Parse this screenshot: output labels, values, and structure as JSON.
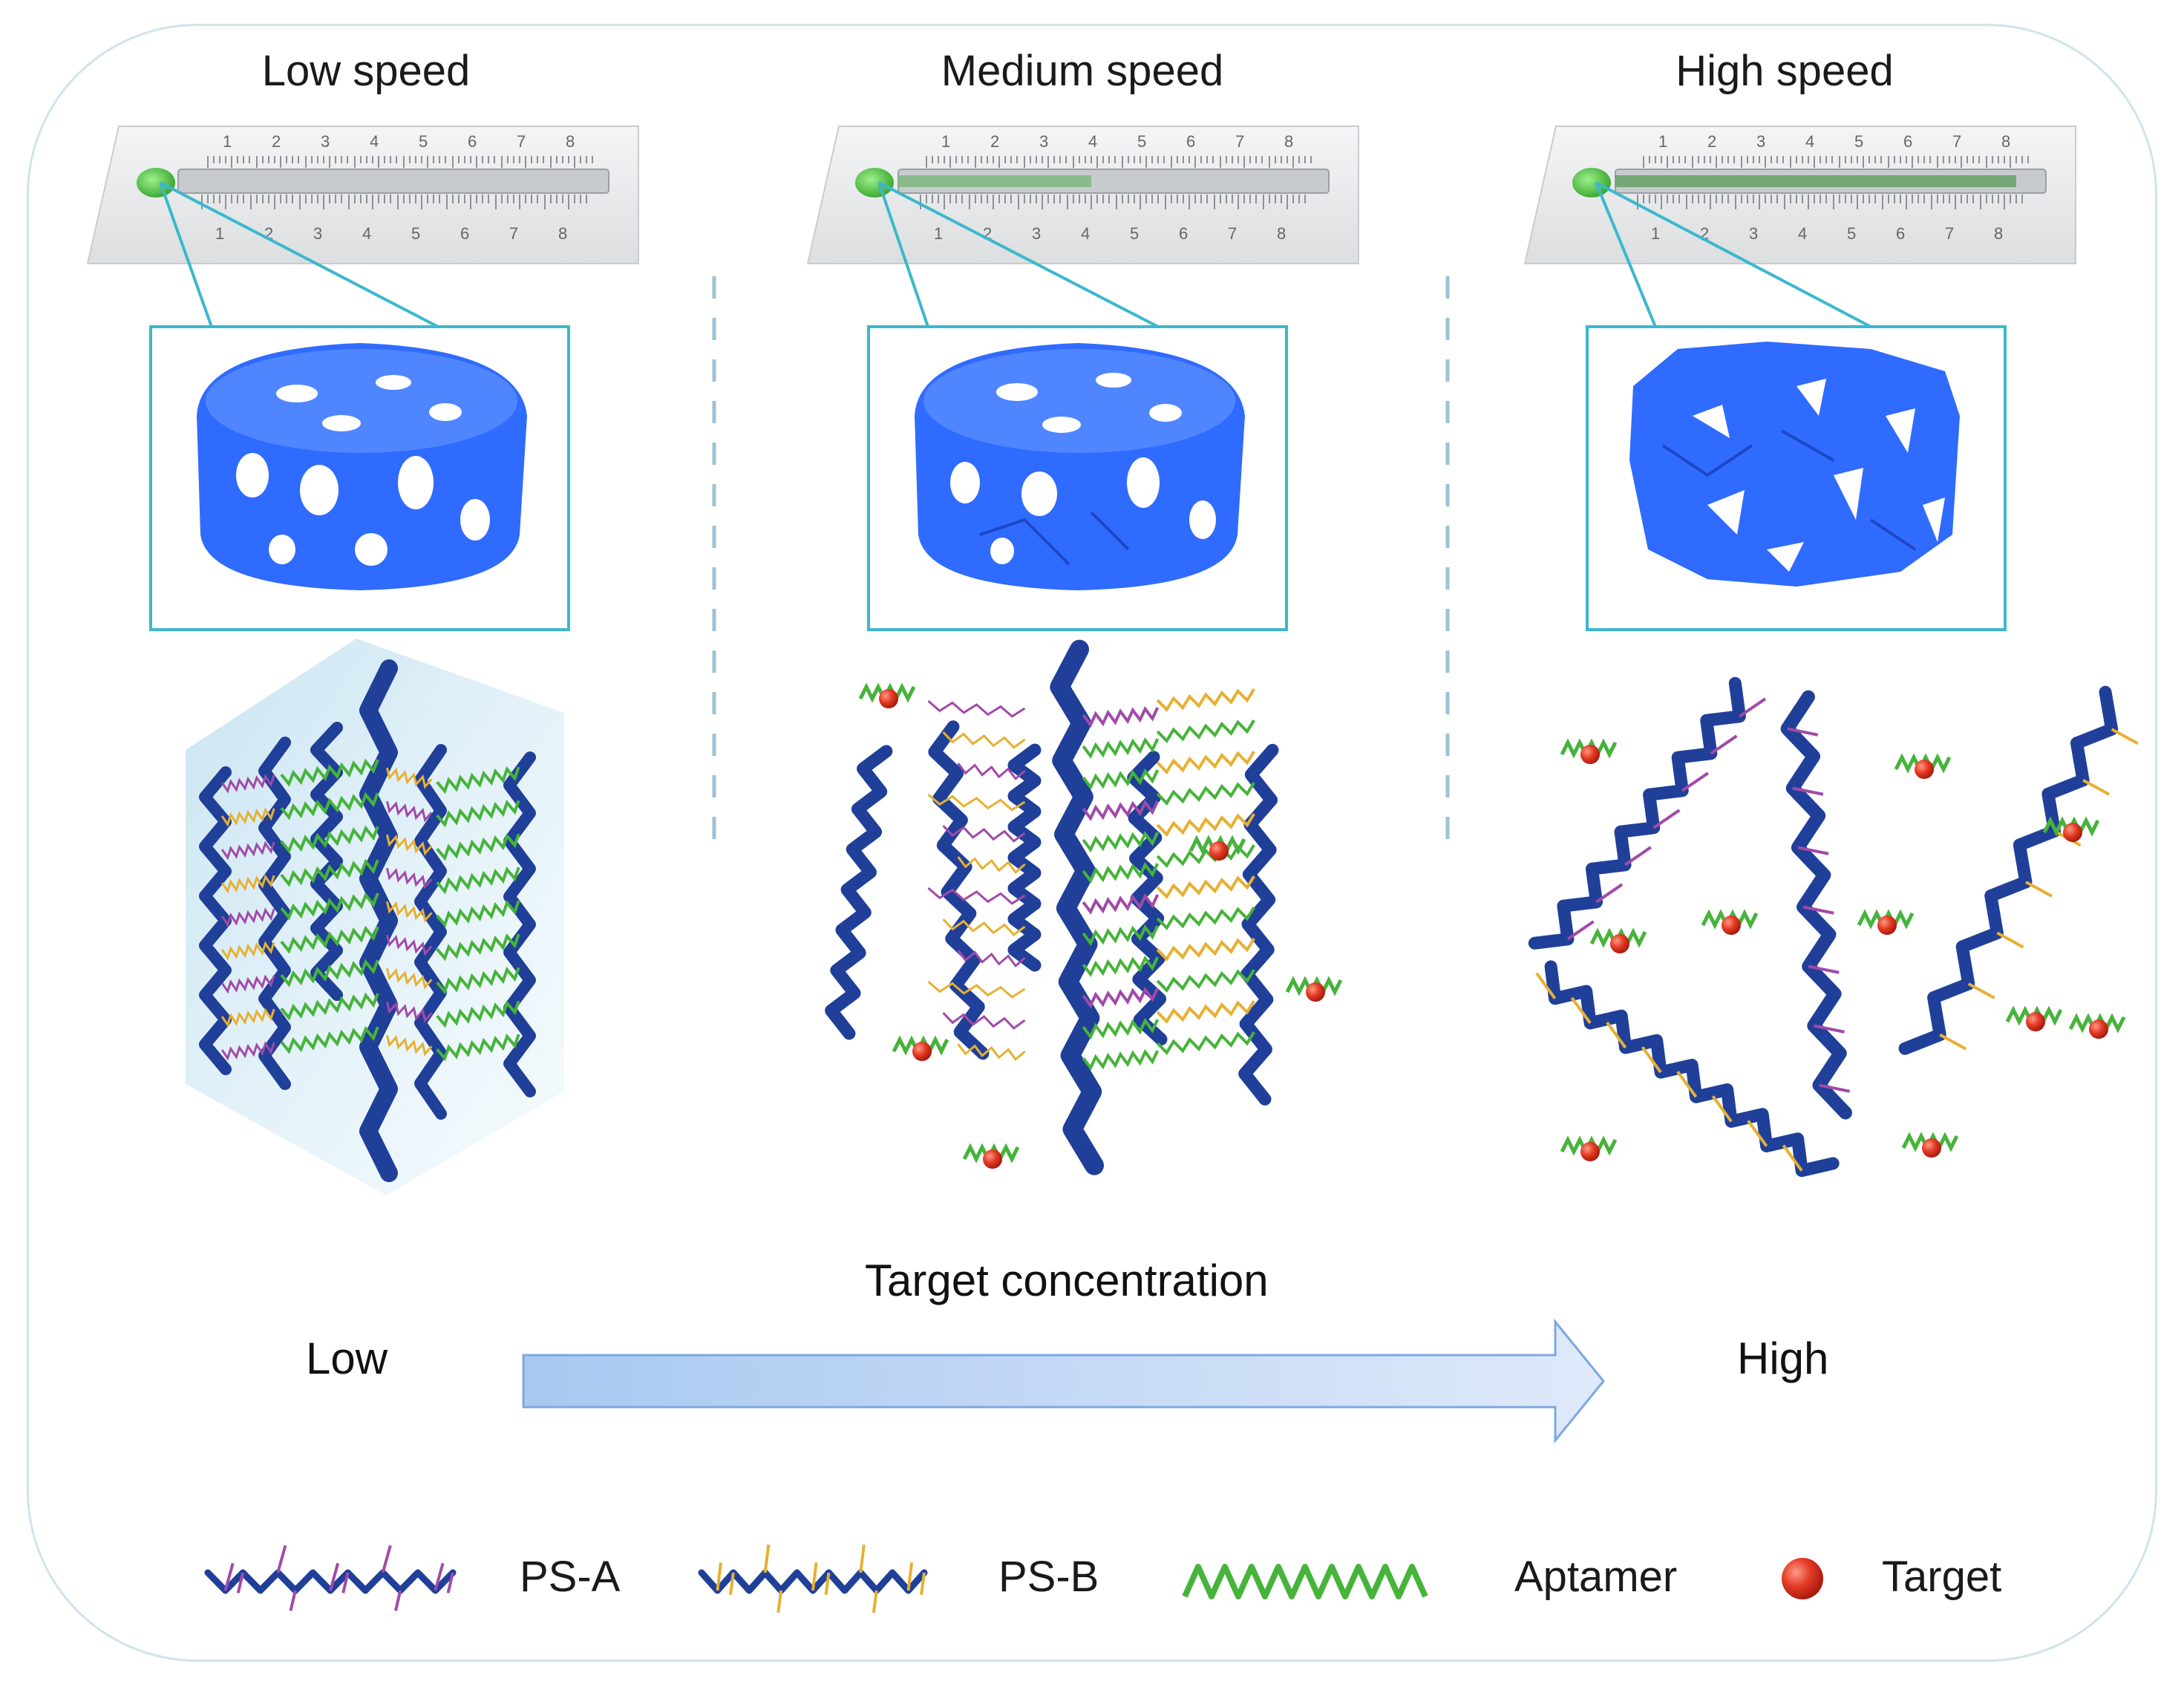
{
  "panels": [
    {
      "title": "Low speed"
    },
    {
      "title": "Medium speed"
    },
    {
      "title": "High speed"
    }
  ],
  "ruler_ticks": [
    "1",
    "2",
    "3",
    "4",
    "5",
    "6",
    "7",
    "8"
  ],
  "axis": {
    "title": "Target concentration",
    "low_label": "Low",
    "high_label": "High"
  },
  "legend": {
    "ps_a": "PS-A",
    "ps_b": "PS-B",
    "aptamer": "Aptamer",
    "target": "Target"
  },
  "colors": {
    "frame": "#cfe4ec",
    "polymer": "#1f3f99",
    "ps_a_side": "#a14aa8",
    "ps_b_side": "#e6b032",
    "aptamer": "#46b33a",
    "target": "#d42a1e",
    "gel": "#2f6bff",
    "callout": "#3bb8cc",
    "arrow": "#a9c9f0"
  }
}
